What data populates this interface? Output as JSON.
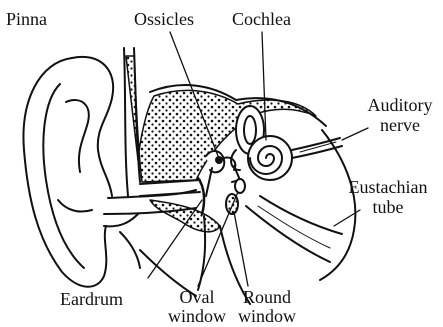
{
  "labels": {
    "pinna": "Pinna",
    "ossicles": "Ossicles",
    "cochlea": "Cochlea",
    "auditory_nerve_line1": "Auditory",
    "auditory_nerve_line2": "nerve",
    "eustachian_tube_line1": "Eustachian",
    "eustachian_tube_line2": "tube",
    "eardrum": "Eardrum",
    "oval_window_line1": "Oval",
    "oval_window_line2": "window",
    "round_window_line1": "Round",
    "round_window_line2": "window"
  },
  "colors": {
    "ink": "#111111",
    "background": "#ffffff"
  }
}
